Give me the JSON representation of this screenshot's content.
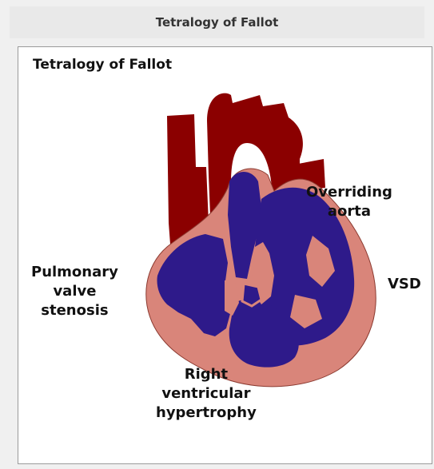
{
  "window": {
    "title": "Tetralogy of Fallot"
  },
  "diagram": {
    "title": "Tetralogy of Fallot",
    "labels": {
      "overriding_aorta_line1": "Overriding",
      "overriding_aorta_line2": "aorta",
      "pulmonary_line1": "Pulmonary",
      "pulmonary_line2": "valve",
      "pulmonary_line3": "stenosis",
      "vsd": "VSD",
      "rvh_line1": "Right",
      "rvh_line2": "ventricular",
      "rvh_line3": "hypertrophy"
    },
    "colors": {
      "vessel": "#8b0000",
      "myocardium": "#d9857a",
      "chamber": "#2e1a8a",
      "panel_bg": "#ffffff"
    }
  }
}
